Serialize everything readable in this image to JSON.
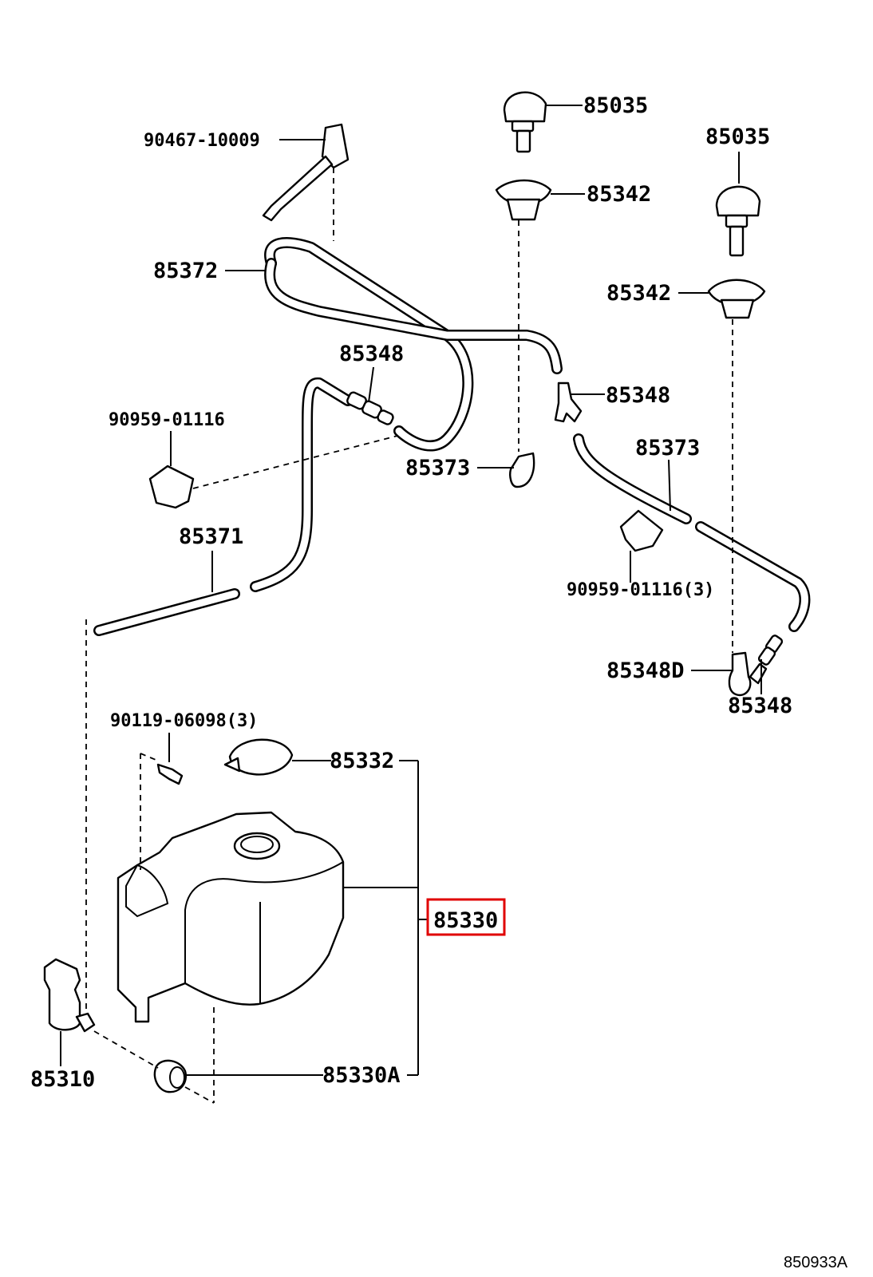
{
  "callouts": {
    "p90467": "90467-10009",
    "p85035a": "85035",
    "p85035b": "85035",
    "p85342a": "85342",
    "p85342b": "85342",
    "p85372": "85372",
    "p85348a": "85348",
    "p85348b": "85348",
    "p85348c": "85348",
    "p85348d": "85348D",
    "p90959a": "90959-01116",
    "p90959b": "90959-01116(3)",
    "p85373a": "85373",
    "p85373b": "85373",
    "p85371": "85371",
    "p90119": "90119-06098(3)",
    "p85332": "85332",
    "p85330": "85330",
    "p85330a": "85330A",
    "p85310": "85310"
  },
  "highlighted_part": "85330",
  "highlight_color": "#e00000",
  "diagram_ref": "850933A"
}
